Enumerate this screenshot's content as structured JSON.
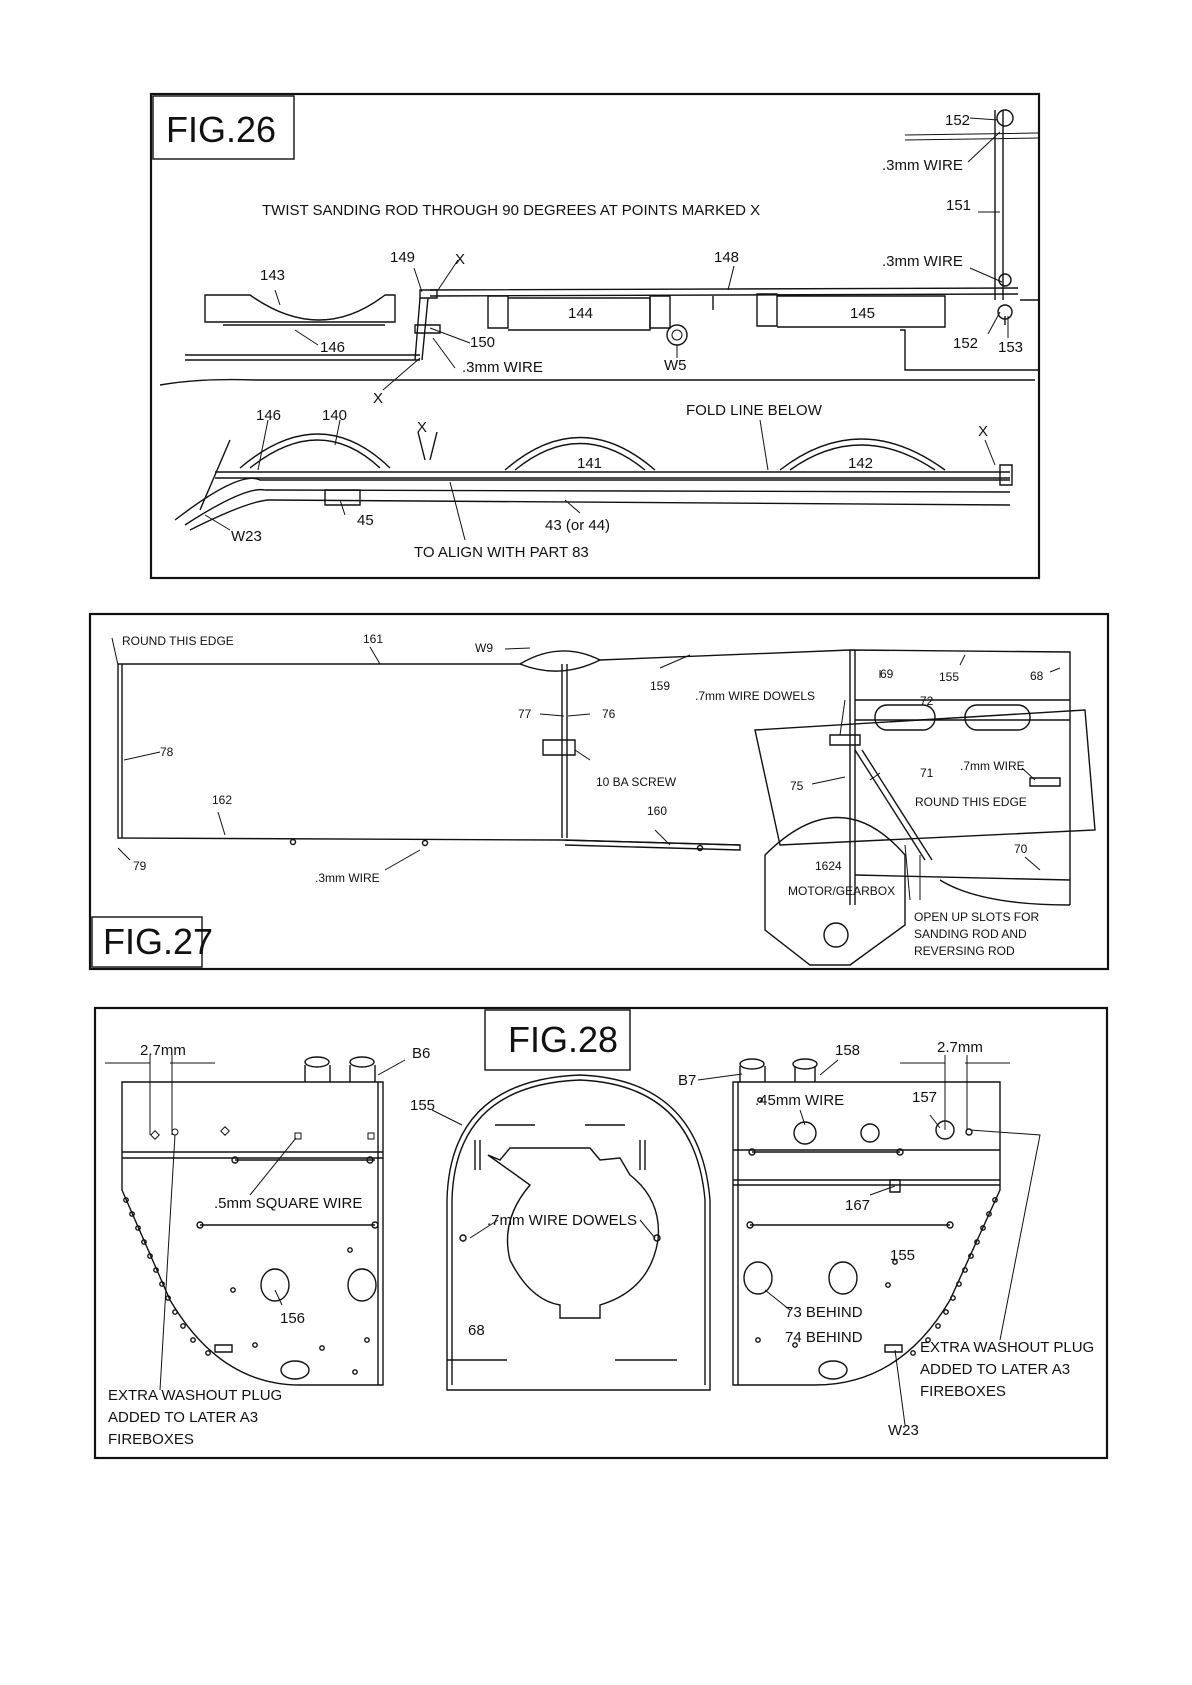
{
  "fig26": {
    "title": "FIG.26",
    "note": "TWIST SANDING ROD THROUGH 90 DEGREES AT POINTS MARKED X",
    "labels": {
      "p152a": "152",
      "wire3a": ".3mm WIRE",
      "p151": "151",
      "wire3b": ".3mm WIRE",
      "p152b": "152",
      "p153": "153",
      "p148": "148",
      "p149": "149",
      "xa": "X",
      "p143": "143",
      "p144": "144",
      "p145": "145",
      "p146a": "146",
      "p150": "150",
      "wire3c": ".3mm WIRE",
      "xb": "X",
      "w5": "W5",
      "fold": "FOLD LINE BELOW",
      "p146b": "146",
      "p140": "140",
      "xc": "X",
      "xd": "X",
      "p141": "141",
      "p142": "142",
      "p45": "45",
      "p43": "43 (or 44)",
      "w23": "W23",
      "align": "TO ALIGN WITH PART 83"
    }
  },
  "fig27": {
    "title": "FIG.27",
    "labels": {
      "round1": "ROUND THIS EDGE",
      "p161": "161",
      "w9": "W9",
      "p159": "159",
      "p69": "69",
      "p155": "155",
      "p68": "68",
      "p72": "72",
      "p77": "77",
      "p76": "76",
      "dowels": ".7mm WIRE DOWELS",
      "p78": "78",
      "screw": "10 BA SCREW",
      "p75": "75",
      "p71": "71",
      "wire7": ".7mm WIRE",
      "round2": "ROUND THIS EDGE",
      "p162": "162",
      "p160": "160",
      "p79": "79",
      "wire3": ".3mm WIRE",
      "p1624": "1624",
      "motor": "MOTOR/GEARBOX",
      "p70": "70",
      "slots1": "OPEN UP SLOTS FOR",
      "slots2": "SANDING ROD AND",
      "slots3": "REVERSING ROD"
    }
  },
  "fig28": {
    "title": "FIG.28",
    "labels": {
      "dimL": "2.7mm",
      "b6": "B6",
      "p155a": "155",
      "sq": ".5mm SQUARE WIRE",
      "dowels": ".7mm WIRE DOWELS",
      "p156": "156",
      "p68": "68",
      "washL1": "EXTRA WASHOUT PLUG",
      "washL2": "ADDED TO LATER A3",
      "washL3": "FIREBOXES",
      "b7": "B7",
      "p158": "158",
      "dimR": "2.7mm",
      "wire45": ".45mm WIRE",
      "p157": "157",
      "p167": "167",
      "p155b": "155",
      "p73": "73 BEHIND",
      "p74": "74 BEHIND",
      "washR1": "EXTRA WASHOUT PLUG",
      "washR2": "ADDED TO LATER A3",
      "washR3": "FIREBOXES",
      "w23": "W23"
    }
  }
}
